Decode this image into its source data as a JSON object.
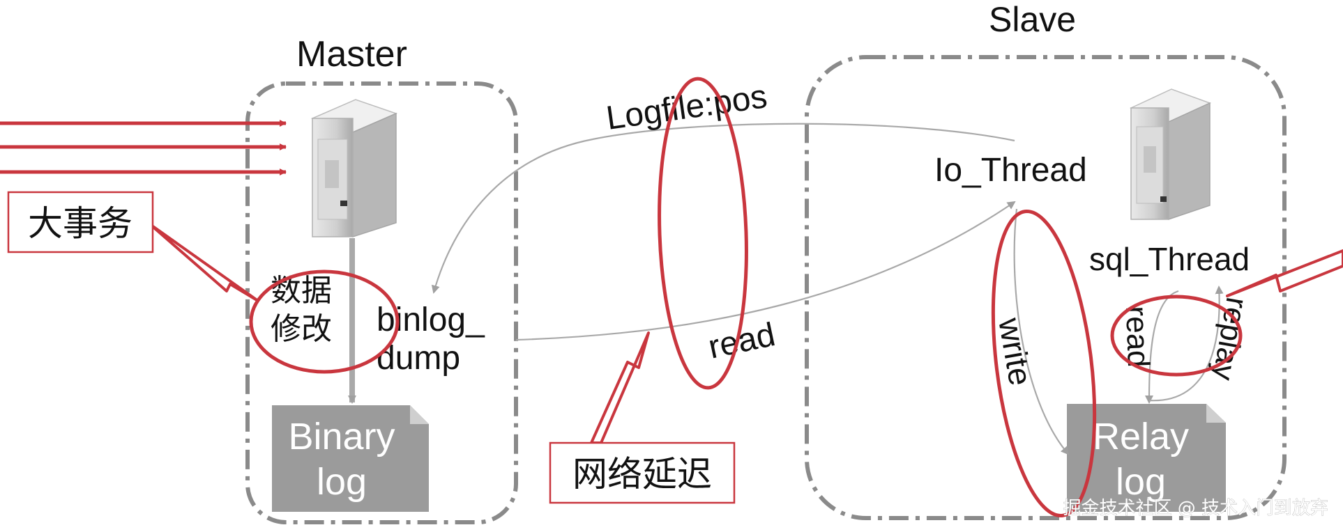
{
  "master": {
    "title": "Master",
    "process_label_line1": "数据",
    "process_label_line2": "修改",
    "dump_label_line1": "binlog_",
    "dump_label_line2": "dump",
    "log_line1": "Binary",
    "log_line2": "log"
  },
  "slave": {
    "title": "Slave",
    "io_thread": "Io_Thread",
    "sql_thread": "sql_Thread",
    "log_line1": "Relay",
    "log_line2": "log",
    "write_label": "write",
    "read_label": "read",
    "replay_label": "replay"
  },
  "network": {
    "logfile_pos": "Logfile:pos",
    "read_label": "read",
    "latency_label": "网络延迟"
  },
  "callouts": {
    "large_transaction": "大事务"
  },
  "watermark": "掘金技术社区 @ 技术入门到放弃",
  "colors": {
    "highlight": "#c9363e",
    "box_border": "#8a8a8a",
    "log_fill": "#9b9b9b",
    "arrow": "#a0a0a0"
  }
}
